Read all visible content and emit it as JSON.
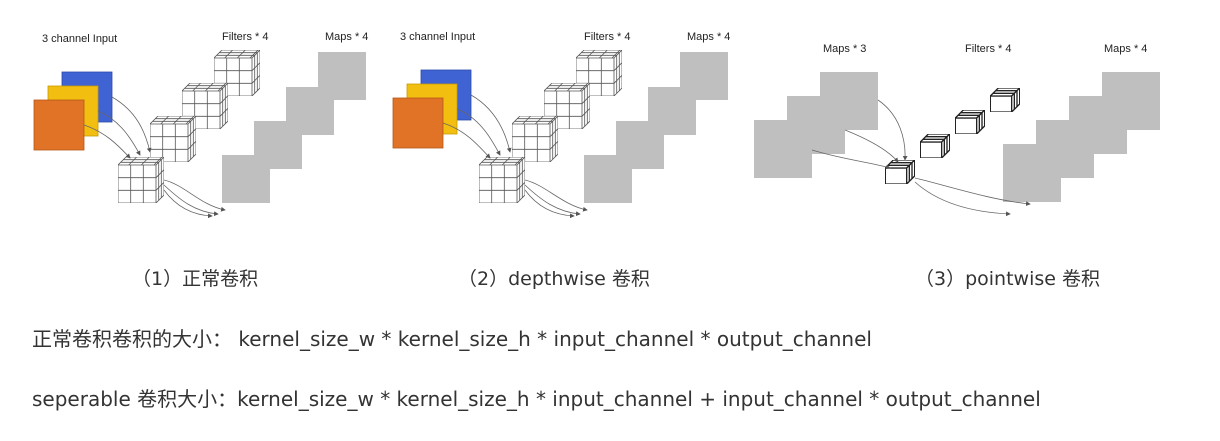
{
  "colors": {
    "input_blue": "#3f63d3",
    "input_yellow": "#f2bf10",
    "input_orange": "#e07325",
    "map_gray": "#bfbfbf",
    "text": "#333333"
  },
  "panels": [
    {
      "input_label": "3 channel Input",
      "filters_label": "Filters * 4",
      "maps_label": "Maps * 4",
      "caption": "（1）正常卷积"
    },
    {
      "input_label": "3 channel Input",
      "filters_label": "Filters * 4",
      "maps_label": "Maps * 4",
      "caption": "（2）depthwise 卷积"
    },
    {
      "input_label": "Maps * 3",
      "filters_label": "Filters * 4",
      "maps_label": "Maps * 4",
      "caption": "（3）pointwise 卷积"
    }
  ],
  "formulas": {
    "normal": "正常卷积卷积的大小： kernel_size_w * kernel_size_h * input_channel * output_channel",
    "separable": "seperable 卷积大小：kernel_size_w * kernel_size_h * input_channel + input_channel * output_channel"
  }
}
